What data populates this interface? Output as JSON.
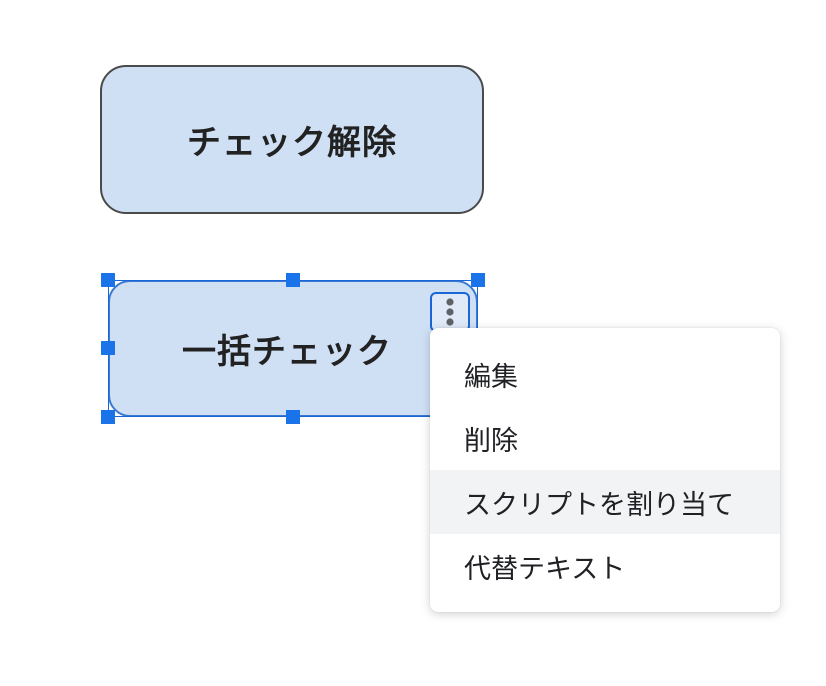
{
  "buttons": {
    "uncheck_label": "チェック解除",
    "check_all_label": "一括チェック"
  },
  "context_menu": {
    "items": [
      {
        "label": "編集"
      },
      {
        "label": "削除"
      },
      {
        "label": "スクリプトを割り当て",
        "highlighted": true
      },
      {
        "label": "代替テキスト"
      }
    ]
  },
  "icons": {
    "more_options": "kebab-vertical-icon"
  },
  "colors": {
    "button_fill": "#cfe0f5",
    "selection_accent": "#1a73e8",
    "menu_hover": "#f1f3f4"
  }
}
